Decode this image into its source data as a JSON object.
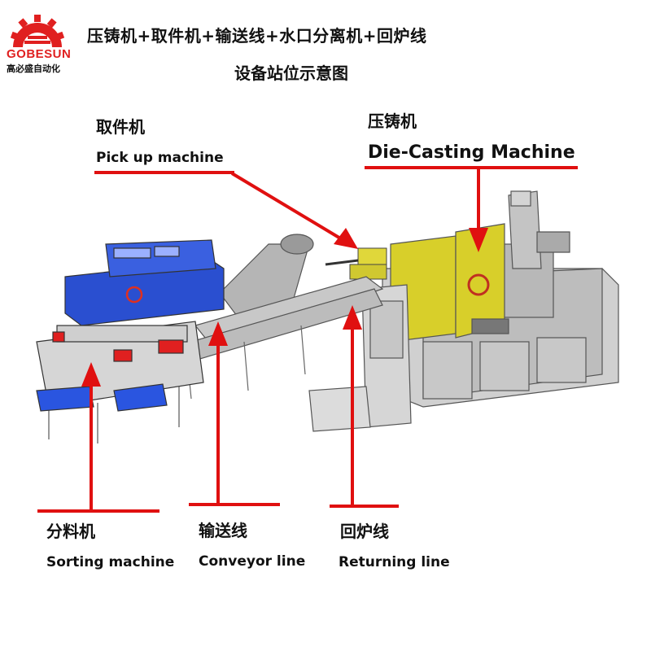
{
  "brand": {
    "name": "GOBESUN",
    "subtitle": "高必盛自动化"
  },
  "title": {
    "line1": "压铸机+取件机+输送线+水口分离机+回炉线",
    "line2": "设备站位示意图"
  },
  "labels": {
    "pickup": {
      "cn": "取件机",
      "en": "Pick up machine"
    },
    "diecasting": {
      "cn": "压铸机",
      "en": "Die-Casting Machine"
    },
    "sorting": {
      "cn": "分料机",
      "en": "Sorting machine"
    },
    "conveyor": {
      "cn": "输送线",
      "en": "Conveyor line"
    },
    "returning": {
      "cn": "回炉线",
      "en": "Returning line"
    }
  },
  "colors": {
    "accent": "#e01010",
    "machine_gray": "#c8c8c8",
    "machine_blue": "#2a4fd0",
    "die_yellow": "#d8cf2a"
  }
}
